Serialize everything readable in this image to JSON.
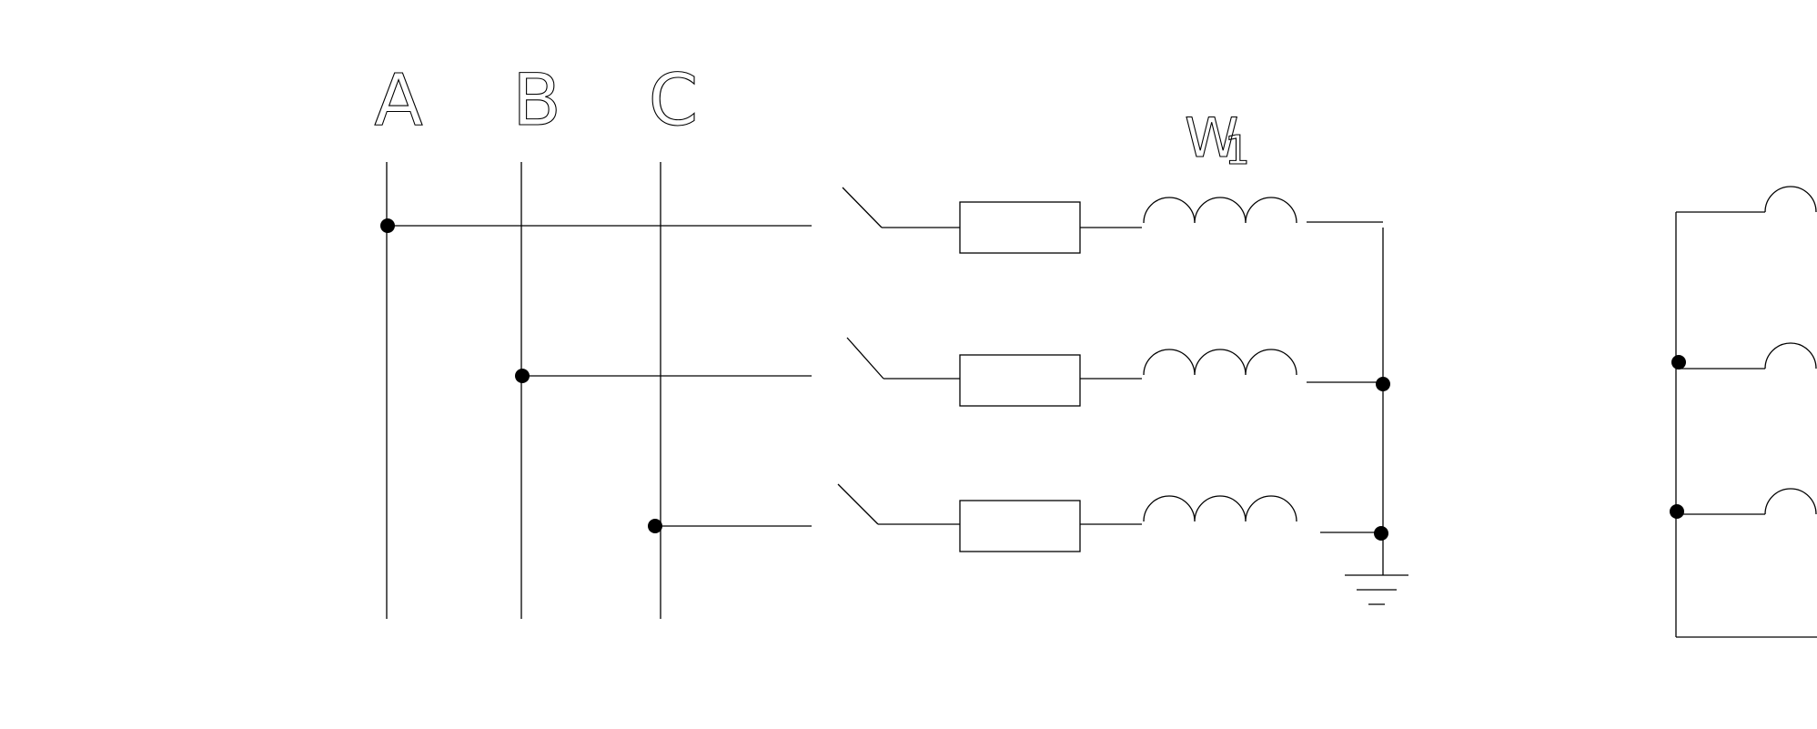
{
  "labels": {
    "phase_a": "A",
    "phase_b": "B",
    "phase_c": "C",
    "winding": "W",
    "winding_sub": "1"
  }
}
